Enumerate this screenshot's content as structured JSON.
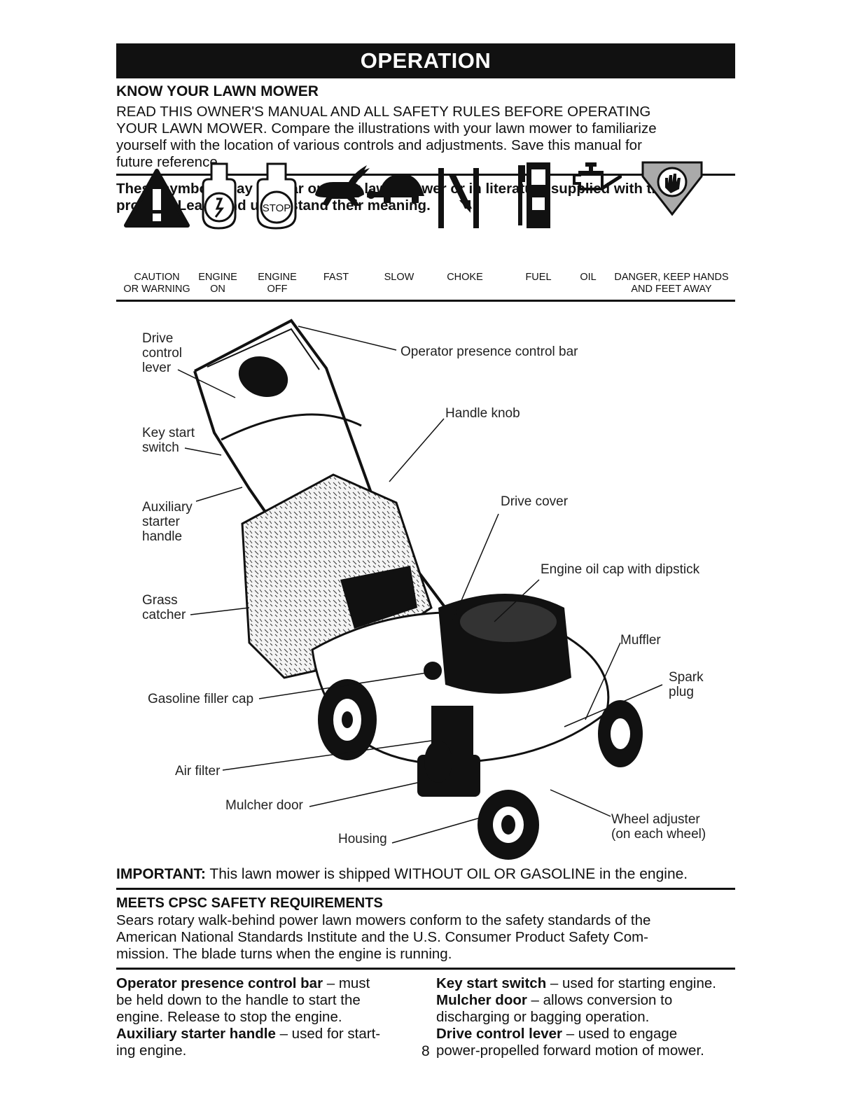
{
  "header": {
    "banner": "OPERATION"
  },
  "know": {
    "title": "KNOW YOUR LAWN MOWER",
    "lines": [
      "READ THIS OWNER'S MANUAL AND ALL SAFETY RULES BEFORE OPERATING",
      "YOUR LAWN MOWER.  Compare the illustrations with your lawn mower to familiarize",
      "yourself with the location of various controls and adjustments.  Save this manual for",
      "future reference."
    ]
  },
  "symbols": {
    "intro_lines": [
      "These symbols may appear on your lawn mower or in literature supplied with the",
      "product.  Learn and understand their meaning."
    ],
    "stop_text": "STOP",
    "items": [
      {
        "label1": "CAUTION",
        "label2": "OR WARNING",
        "icon": "caution-triangle-icon"
      },
      {
        "label1": "ENGINE",
        "label2": "ON",
        "icon": "engine-on-icon"
      },
      {
        "label1": "ENGINE",
        "label2": "OFF",
        "icon": "engine-off-icon"
      },
      {
        "label1": "FAST",
        "label2": "",
        "icon": "rabbit-icon"
      },
      {
        "label1": "SLOW",
        "label2": "",
        "icon": "turtle-icon"
      },
      {
        "label1": "CHOKE",
        "label2": "",
        "icon": "choke-icon"
      },
      {
        "label1": "FUEL",
        "label2": "",
        "icon": "fuel-pump-icon"
      },
      {
        "label1": "OIL",
        "label2": "",
        "icon": "oil-can-icon"
      },
      {
        "label1": "DANGER, KEEP HANDS",
        "label2": "AND FEET AWAY",
        "icon": "blade-hand-danger-icon"
      }
    ]
  },
  "diagram": {
    "callouts": {
      "drive_control": [
        "Drive",
        "control",
        "lever"
      ],
      "operator_bar": "Operator presence control bar",
      "handle_knob": "Handle knob",
      "key_start": [
        "Key start",
        "switch"
      ],
      "auxiliary": [
        "Auxiliary",
        "starter",
        "handle"
      ],
      "drive_cover": "Drive cover",
      "oil_cap": "Engine oil cap with dipstick",
      "grass_catcher": [
        "Grass",
        "catcher"
      ],
      "muffler": "Muffler",
      "spark_plug": [
        "Spark",
        "plug"
      ],
      "gas_cap": "Gasoline filler cap",
      "air_filter": "Air filter",
      "mulcher_door": "Mulcher door",
      "housing": "Housing",
      "wheel_adjuster": [
        "Wheel adjuster",
        "(on each wheel)"
      ]
    }
  },
  "important": {
    "label": "IMPORTANT:",
    "text": " This lawn mower is shipped WITHOUT OIL OR GASOLINE in the engine."
  },
  "cpsc": {
    "title": "MEETS CPSC SAFETY REQUIREMENTS",
    "lines": [
      "Sears rotary walk-behind power lawn mowers conform to the safety standards of the",
      "American National Standards Institute and the U.S. Consumer Product Safety Com-",
      "mission.  The blade turns when the engine is running."
    ]
  },
  "definitions": {
    "left": [
      {
        "term": "Operator presence control bar",
        "text": " – must"
      },
      {
        "term": "",
        "text": "be held down to the handle to start the"
      },
      {
        "term": "",
        "text": "engine.  Release to stop the engine."
      },
      {
        "term": "Auxiliary starter handle",
        "text": " – used for start-"
      },
      {
        "term": "",
        "text": "ing engine."
      }
    ],
    "right": [
      {
        "term": "Key start switch",
        "text": " – used for starting engine."
      },
      {
        "term": "Mulcher door",
        "text": " – allows conversion to"
      },
      {
        "term": "",
        "text": "discharging or bagging operation."
      },
      {
        "term": "Drive control lever",
        "text": " – used to engage"
      },
      {
        "term": "",
        "text": "power-propelled forward motion of mower."
      }
    ]
  },
  "page_number": "8"
}
